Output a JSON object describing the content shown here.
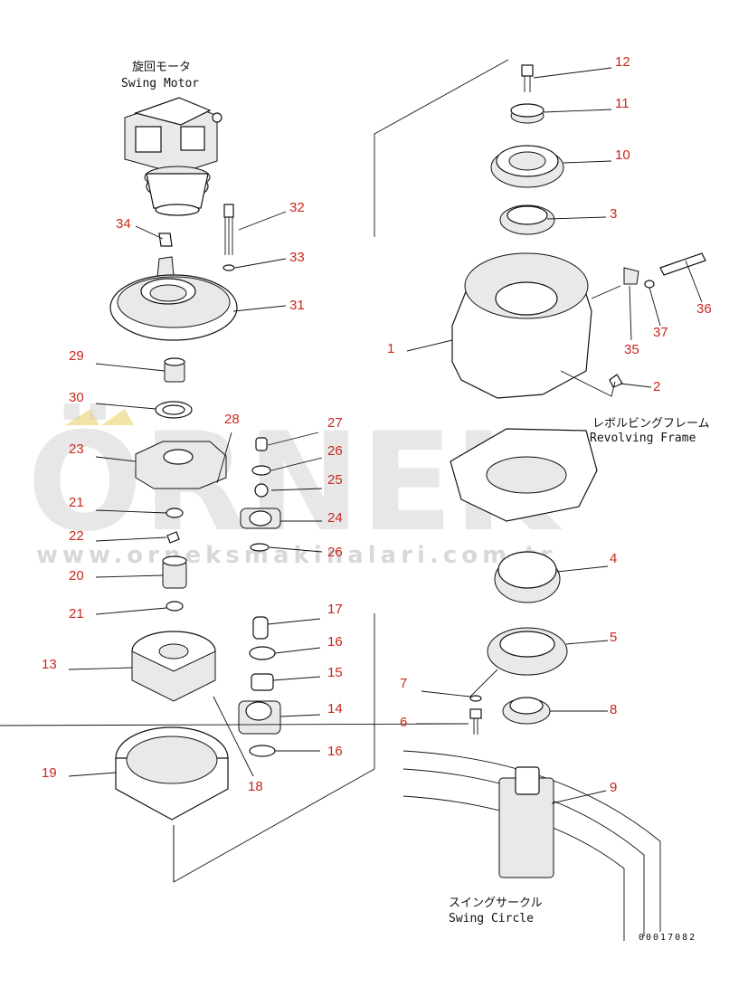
{
  "labels": {
    "swing_motor_jp": "旋回モータ",
    "swing_motor_en": "Swing Motor",
    "revolving_frame_jp": "レボルビングフレーム",
    "revolving_frame_en": "Revolving Frame",
    "swing_circle_jp": "スイングサークル",
    "swing_circle_en": "Swing Circle",
    "drawing_code": "00017082"
  },
  "watermark": {
    "brand": "ÖRNEK",
    "url": "www.orneksmakinalari.com.tr",
    "color": "#d4d4d4",
    "accent": "#f2e3a6"
  },
  "callout_color": "#c8281e",
  "callouts": [
    {
      "id": "c12",
      "text": "12"
    },
    {
      "id": "c11",
      "text": "11"
    },
    {
      "id": "c10",
      "text": "10"
    },
    {
      "id": "c3",
      "text": "3"
    },
    {
      "id": "c36",
      "text": "36"
    },
    {
      "id": "c1",
      "text": "1"
    },
    {
      "id": "c35",
      "text": "35"
    },
    {
      "id": "c37",
      "text": "37"
    },
    {
      "id": "c2",
      "text": "2"
    },
    {
      "id": "c4",
      "text": "4"
    },
    {
      "id": "c5",
      "text": "5"
    },
    {
      "id": "c7",
      "text": "7"
    },
    {
      "id": "c8",
      "text": "8"
    },
    {
      "id": "c6",
      "text": "6"
    },
    {
      "id": "c9",
      "text": "9"
    },
    {
      "id": "c32",
      "text": "32"
    },
    {
      "id": "c34",
      "text": "34"
    },
    {
      "id": "c33",
      "text": "33"
    },
    {
      "id": "c31",
      "text": "31"
    },
    {
      "id": "c29",
      "text": "29"
    },
    {
      "id": "c30",
      "text": "30"
    },
    {
      "id": "c28",
      "text": "28"
    },
    {
      "id": "c27",
      "text": "27"
    },
    {
      "id": "c23",
      "text": "23"
    },
    {
      "id": "c26a",
      "text": "26"
    },
    {
      "id": "c25",
      "text": "25"
    },
    {
      "id": "c21a",
      "text": "21"
    },
    {
      "id": "c24",
      "text": "24"
    },
    {
      "id": "c22",
      "text": "22"
    },
    {
      "id": "c26b",
      "text": "26"
    },
    {
      "id": "c20",
      "text": "20"
    },
    {
      "id": "c21b",
      "text": "21"
    },
    {
      "id": "c17",
      "text": "17"
    },
    {
      "id": "c16a",
      "text": "16"
    },
    {
      "id": "c13",
      "text": "13"
    },
    {
      "id": "c15",
      "text": "15"
    },
    {
      "id": "c14",
      "text": "14"
    },
    {
      "id": "c16b",
      "text": "16"
    },
    {
      "id": "c19",
      "text": "19"
    },
    {
      "id": "c18",
      "text": "18"
    }
  ]
}
